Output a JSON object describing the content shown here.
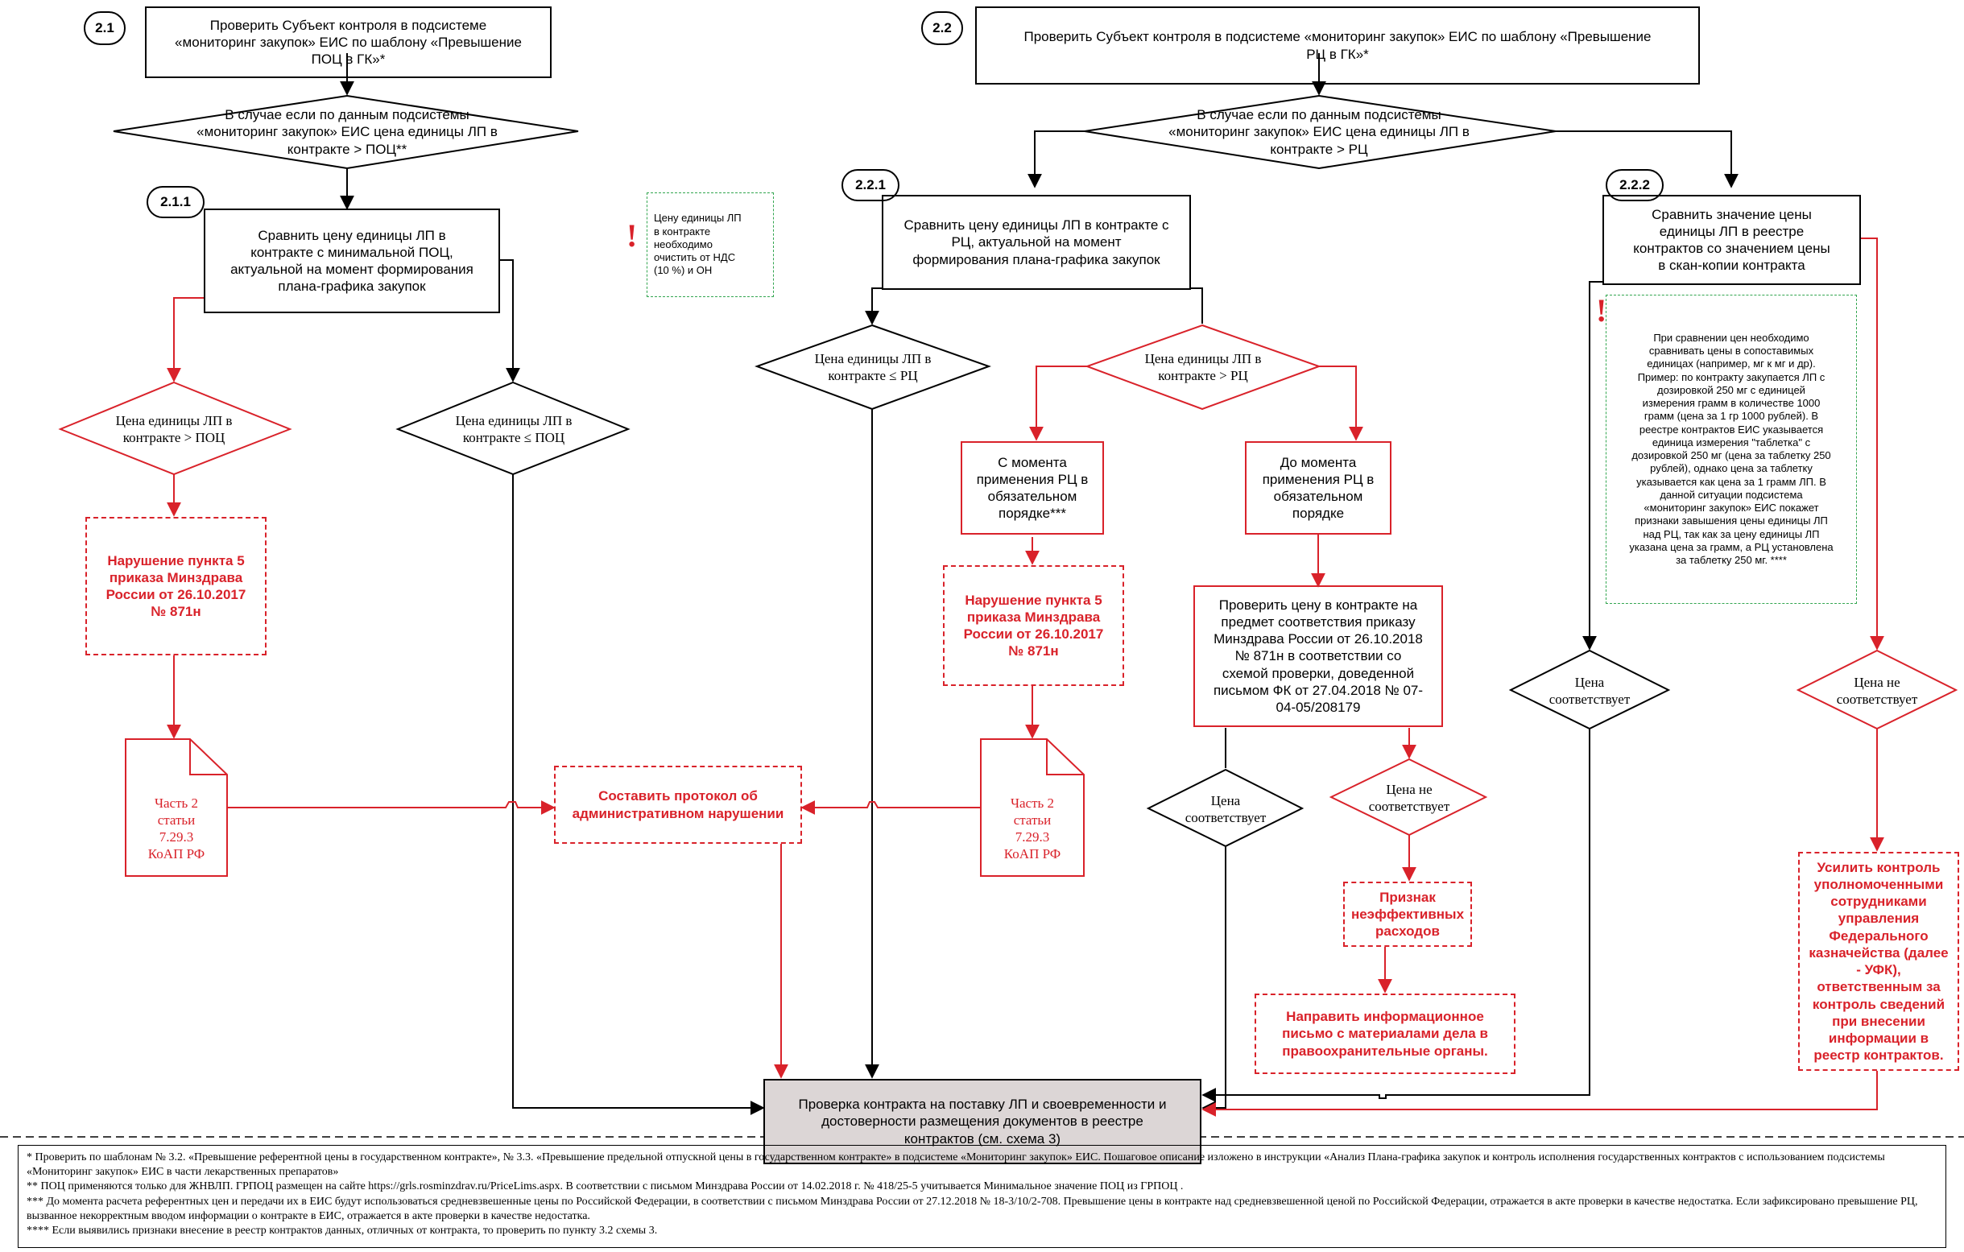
{
  "badges": {
    "b21": "2.1",
    "b22": "2.2",
    "b211": "2.1.1",
    "b221": "2.2.1",
    "b222": "2.2.2"
  },
  "boxes": {
    "check_21": "Проверить Субъект контроля в подсистеме\n«мониторинг закупок» ЕИС по шаблону «Превышение\nПОЦ в ГК»*",
    "check_22": "Проверить Субъект контроля в подсистеме «мониторинг закупок» ЕИС по шаблону «Превышение\nРЦ в ГК»*",
    "compare_211": "Сравнить цену единицы ЛП в\nконтракте с минимальной ПОЦ,\nактуальной на момент формирования\nплана-графика закупок",
    "compare_221": "Сравнить цену единицы ЛП в контракте с\nРЦ, актуальной на момент\nформирования плана-графика закупок",
    "compare_222": "Сравнить значение цены\nединицы ЛП в реестре\nконтрактов со значением цены\nв скан-копии контракта",
    "moment_mandatory_left": "С момента\nприменения РЦ в\nобязательном\nпорядке***",
    "moment_mandatory_right": "До момента\nприменения РЦ в\nобязательном\nпорядке",
    "check_price_order": "Проверить цену в контракте на\nпредмет соответствия приказу\nМинздрава России от 26.10.2018\n№ 871н в соответствии со\nсхемой проверки, доведенной\nписьмом ФК от 27.04.2018 № 07-\n04-05/208179",
    "violation_left": "Нарушение пункта 5\nприказа Минздрава\nРоссии от 26.10.2017\n№ 871н",
    "violation_mid": "Нарушение пункта 5\nприказа Минздрава\nРоссии от 26.10.2017\n№ 871н",
    "protocol": "Составить протокол об\nадминистративном нарушении",
    "inefficient": "Признак\nнеэффективных\nрасходов",
    "send_letter": "Направить информационное\nписьмо с материалами дела в\nправоохранительные органы.",
    "strengthen": "Усилить контроль\nуполномоченными\nсотрудниками\nуправления\nФедерального\nказначейства (далее\n- УФК),\nответственным за\nконтроль сведений\nпри внесении\nинформации  в\nреестр контрактов.",
    "final_check": "Проверка контракта на поставку ЛП и своевременности и\nдостоверности размещения документов в реестре\nконтрактов (см. схема 3)",
    "note_vat": "Цену единицы ЛП\nв контракте\nнеобходимо\nочистить от НДС\n(10 %) и ОН",
    "note_compare": "При сравнении цен необходимо\nсравнивать цены в сопоставимых\nединицах (например, мг к мг и др).\nПример: по контракту закупается ЛП с\nдозировкой 250 мг с единицей\nизмерения грамм в количестве 1000\nграмм (цена за 1 гр 1000 рублей). В\nреестре контрактов ЕИС указывается\nединица измерения \"таблетка\" с\nдозировкой 250 мг (цена за таблетку 250\nрублей), однако цена за таблетку\nуказывается как цена за 1 грамм ЛП. В\nданной ситуации  подсистема\n«мониторинг закупок» ЕИС покажет\nпризнаки завышения цены единицы ЛП\nнад РЦ, так как за цену единицы ЛП\nуказана цена за грамм, а РЦ установлена\nза таблетку 250 мг. ****"
  },
  "documents": {
    "doc_left": "Часть 2\nстатьи\n7.29.3\nКоАП РФ",
    "doc_mid": "Часть 2\nстатьи\n7.29.3\nКоАП РФ"
  },
  "decisions": {
    "d21": "В случае если по данным подсистемы\n«мониторинг закупок» ЕИС цена единицы ЛП в\nконтракте > ПОЦ**",
    "d22": "В случае если по данным подсистемы\n«мониторинг закупок» ЕИС цена единицы ЛП в\nконтракте > РЦ",
    "d_gt_poc": "Цена единицы ЛП в\nконтракте > ПОЦ",
    "d_le_poc": "Цена единицы ЛП в\nконтракте  ≤ ПОЦ",
    "d_le_rc": "Цена единицы ЛП в\nконтракте  ≤ РЦ",
    "d_gt_rc": "Цена единицы ЛП в\nконтракте > РЦ",
    "d_match_mid": "Цена\nсоответствует",
    "d_nomatch_mid": "Цена не\nсоответствует",
    "d_match_right": "Цена\nсоответствует",
    "d_nomatch_right": "Цена не\nсоответствует"
  },
  "footnotes": [
    "* Проверить по шаблонам № 3.2. «Превышение референтной цены в государственном контракте», № 3.3. «Превышение предельной отпускной цены в государственном контракте» в подсистеме «Мониторинг закупок» ЕИС. Пошаговое описание изложено в инструкции «Анализ Плана-графика закупок и контроль исполнения государственных контрактов с использованием подсистемы «Мониторинг закупок» ЕИС в части лекарственных препаратов»",
    "** ПОЦ применяются только для ЖНВЛП. ГРПОЦ размещен на сайте https://grls.rosminzdrav.ru/PriceLims.aspx. В соответствии с письмом Минздрава России от 14.02.2018 г. № 418/25-5 учитывается Минимальное значение ПОЦ из ГРПОЦ .",
    "*** До момента расчета референтных цен и передачи их в ЕИС будут использоваться средневзвешенные цены по Российской Федерации, в соответствии с письмом Минздрава России от 27.12.2018 № 18-3/10/2-708. Превышение цены в контракте над средневзвешенной ценой по Российской Федерации, отражается в акте проверки в качестве недостатка. Если зафиксировано превышение РЦ, вызванное некорректным вводом информации о контракте в ЕИС, отражается в акте проверки в качестве недостатка.",
    "**** Если выявились признаки внесение в реестр контрактов данных, отличных от контракта, то проверить по пункту 3.2 схемы 3."
  ],
  "colors": {
    "black": "#000000",
    "red": "#d9222a",
    "green": "#33a650",
    "final_fill": "#dcd6d6"
  }
}
